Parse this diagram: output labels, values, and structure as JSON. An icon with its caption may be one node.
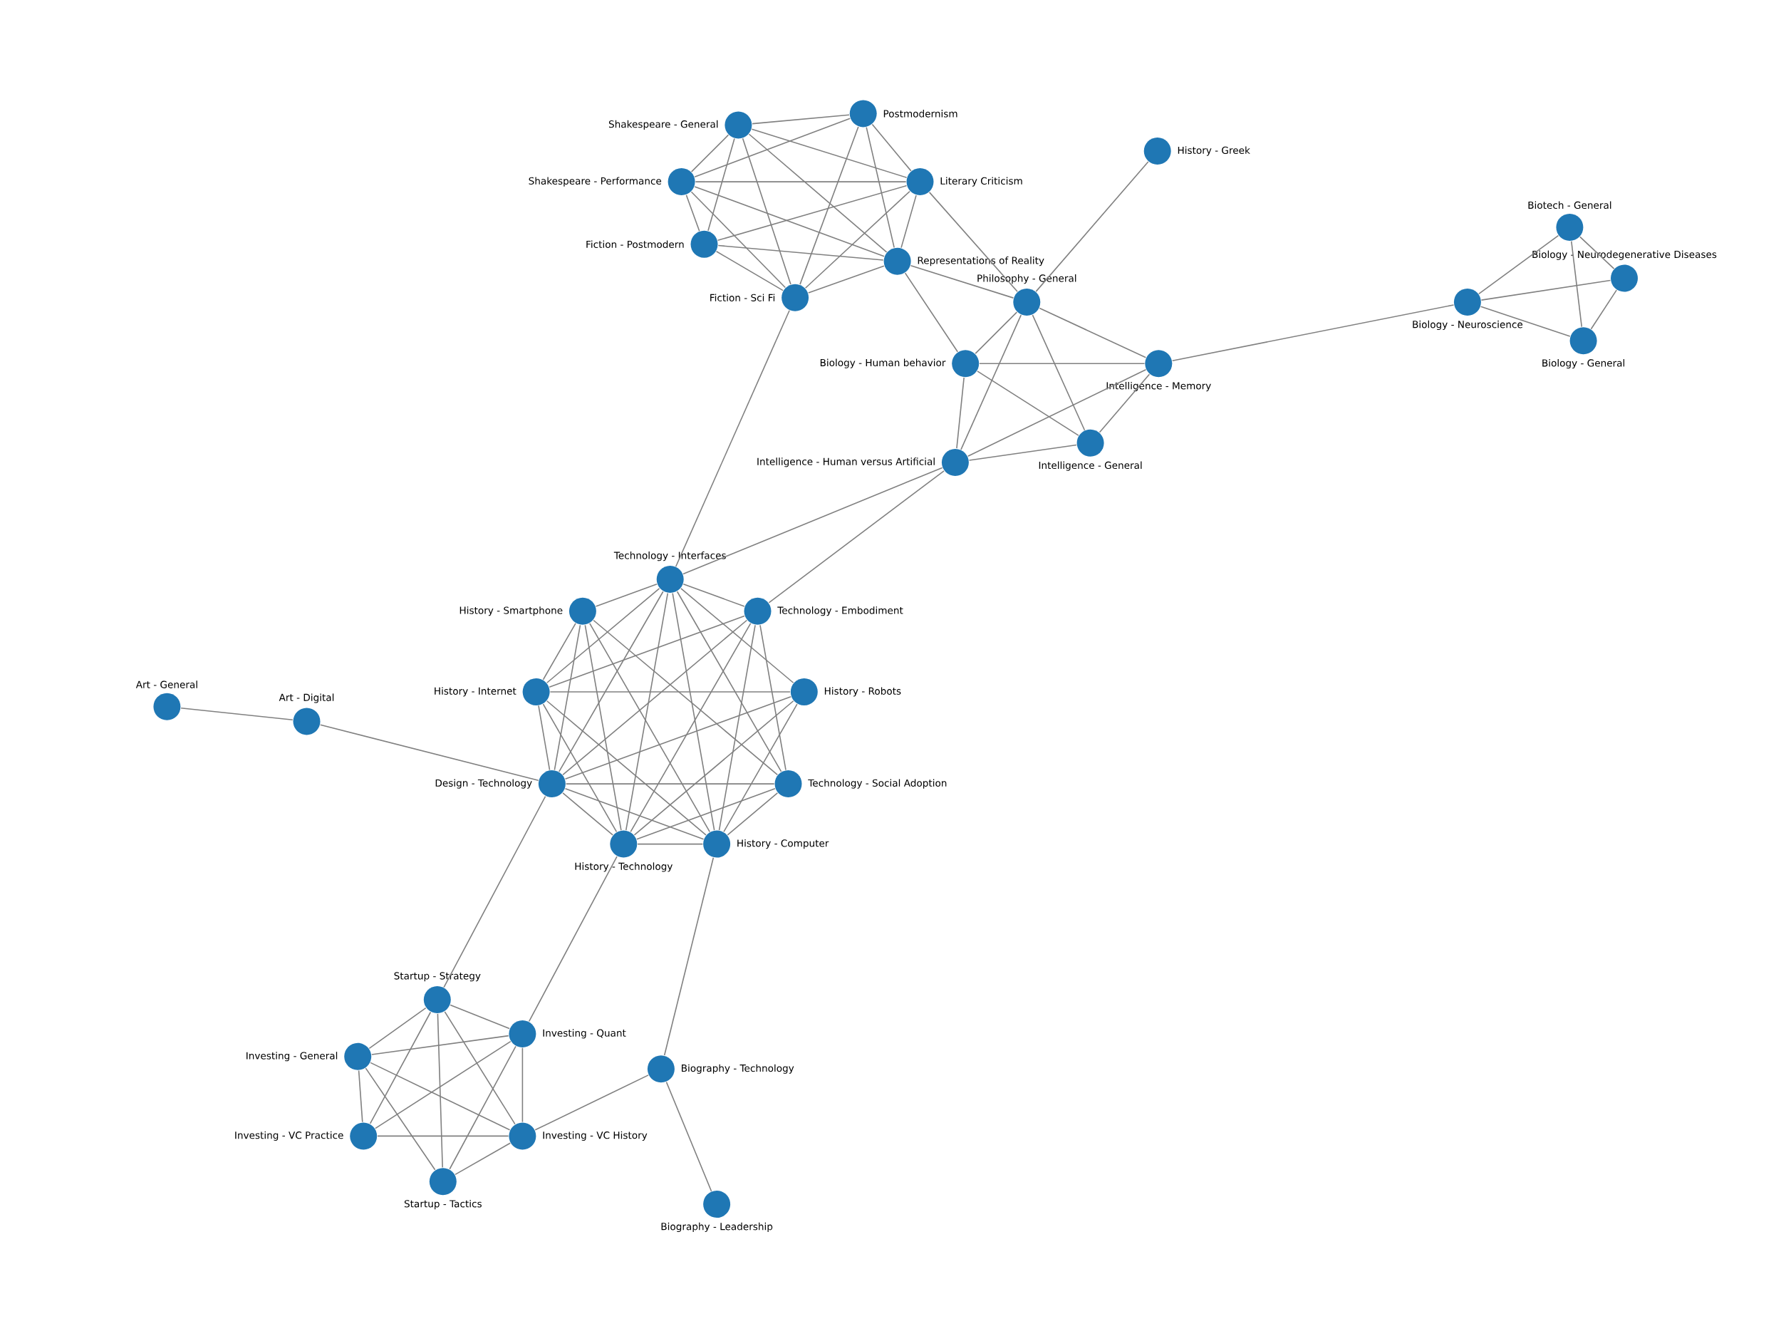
{
  "diagram": {
    "nodes": [
      {
        "text": [
          "Shakespeare - General"
        ]
      },
      {
        "text": [
          "Literary Criticism"
        ]
      },
      {
        "text": [
          "Shakespeare - Performance"
        ]
      },
      {
        "text": [
          "Fiction - Postmodern"
        ]
      },
      {
        "text": [
          "Postmodernism"
        ]
      },
      {
        "text": [
          "Representations of Reality"
        ]
      },
      {
        "text": [
          "Fiction - Sci Fi"
        ]
      },
      {
        "text": [
          "History - Greek"
        ]
      },
      {
        "text": [
          "Philosophy - General"
        ]
      },
      {
        "text": [
          "Biology - Human behavior"
        ]
      },
      {
        "text": [
          "Intelligence - Memory"
        ]
      },
      {
        "text": [
          "Intelligence - General"
        ]
      },
      {
        "text": [
          "Intelligence - Human versus Artificial"
        ]
      },
      {
        "text": [
          "Biotech - General"
        ]
      },
      {
        "text": [
          "Biology - Neurodegenerative Diseases"
        ]
      },
      {
        "text": [
          "Biology - Neuroscience"
        ]
      },
      {
        "text": [
          "Biology - General"
        ]
      },
      {
        "text": [
          "Technology - Interfaces"
        ]
      },
      {
        "text": [
          "Technology - Embodiment"
        ]
      },
      {
        "text": [
          "History - Smartphone"
        ]
      },
      {
        "text": [
          "History - Robots"
        ]
      },
      {
        "text": [
          "History - Internet"
        ]
      },
      {
        "text": [
          "Technology - Social Adoption"
        ]
      },
      {
        "text": [
          "Design - Technology"
        ]
      },
      {
        "text": [
          "History - Technology"
        ]
      },
      {
        "text": [
          "History - Computer"
        ]
      },
      {
        "text": [
          "Art - General"
        ]
      },
      {
        "text": [
          "Art - Digital"
        ]
      },
      {
        "text": [
          "Startup - Strategy"
        ]
      },
      {
        "text": [
          "Investing - Quant"
        ]
      },
      {
        "text": [
          "Investing - General"
        ]
      },
      {
        "text": [
          "Investing - VC History"
        ]
      },
      {
        "text": [
          "Investing - VC Practice"
        ]
      },
      {
        "text": [
          "Startup - Tactics"
        ]
      },
      {
        "text": [
          "Biography - Technology"
        ]
      },
      {
        "text": [
          "Biography - Leadership"
        ]
      }
    ],
    "edges": [
      {
        "from": 0,
        "to": 1,
        "arrow": "none"
      },
      {
        "from": 0,
        "to": 2,
        "arrow": "none"
      },
      {
        "from": 0,
        "to": 3,
        "arrow": "none"
      },
      {
        "from": 0,
        "to": 4,
        "arrow": "none"
      },
      {
        "from": 0,
        "to": 5,
        "arrow": "none"
      },
      {
        "from": 0,
        "to": 6,
        "arrow": "none"
      },
      {
        "from": 1,
        "to": 2,
        "arrow": "none"
      },
      {
        "from": 1,
        "to": 3,
        "arrow": "none"
      },
      {
        "from": 1,
        "to": 4,
        "arrow": "none"
      },
      {
        "from": 1,
        "to": 5,
        "arrow": "none"
      },
      {
        "from": 1,
        "to": 6,
        "arrow": "none"
      },
      {
        "from": 1,
        "to": 8,
        "arrow": "none"
      },
      {
        "from": 2,
        "to": 3,
        "arrow": "none"
      },
      {
        "from": 2,
        "to": 4,
        "arrow": "none"
      },
      {
        "from": 2,
        "to": 5,
        "arrow": "none"
      },
      {
        "from": 2,
        "to": 6,
        "arrow": "none"
      },
      {
        "from": 3,
        "to": 5,
        "arrow": "none"
      },
      {
        "from": 3,
        "to": 6,
        "arrow": "none"
      },
      {
        "from": 4,
        "to": 5,
        "arrow": "none"
      },
      {
        "from": 4,
        "to": 6,
        "arrow": "none"
      },
      {
        "from": 5,
        "to": 6,
        "arrow": "none"
      },
      {
        "from": 5,
        "to": 8,
        "arrow": "none"
      },
      {
        "from": 5,
        "to": 9,
        "arrow": "none"
      },
      {
        "from": 6,
        "to": 17,
        "arrow": "none"
      },
      {
        "from": 7,
        "to": 8,
        "arrow": "none"
      },
      {
        "from": 8,
        "to": 9,
        "arrow": "none"
      },
      {
        "from": 8,
        "to": 10,
        "arrow": "none"
      },
      {
        "from": 8,
        "to": 11,
        "arrow": "none"
      },
      {
        "from": 8,
        "to": 12,
        "arrow": "none"
      },
      {
        "from": 9,
        "to": 10,
        "arrow": "none"
      },
      {
        "from": 9,
        "to": 11,
        "arrow": "none"
      },
      {
        "from": 9,
        "to": 12,
        "arrow": "none"
      },
      {
        "from": 10,
        "to": 11,
        "arrow": "none"
      },
      {
        "from": 10,
        "to": 12,
        "arrow": "none"
      },
      {
        "from": 11,
        "to": 12,
        "arrow": "none"
      },
      {
        "from": 10,
        "to": 15,
        "arrow": "none"
      },
      {
        "from": 13,
        "to": 14,
        "arrow": "none"
      },
      {
        "from": 13,
        "to": 15,
        "arrow": "none"
      },
      {
        "from": 13,
        "to": 16,
        "arrow": "none"
      },
      {
        "from": 14,
        "to": 15,
        "arrow": "none"
      },
      {
        "from": 14,
        "to": 16,
        "arrow": "none"
      },
      {
        "from": 15,
        "to": 16,
        "arrow": "none"
      },
      {
        "from": 12,
        "to": 17,
        "arrow": "none"
      },
      {
        "from": 12,
        "to": 18,
        "arrow": "none"
      },
      {
        "from": 17,
        "to": 18,
        "arrow": "none"
      },
      {
        "from": 17,
        "to": 19,
        "arrow": "none"
      },
      {
        "from": 17,
        "to": 20,
        "arrow": "none"
      },
      {
        "from": 17,
        "to": 21,
        "arrow": "none"
      },
      {
        "from": 17,
        "to": 22,
        "arrow": "none"
      },
      {
        "from": 17,
        "to": 23,
        "arrow": "none"
      },
      {
        "from": 17,
        "to": 24,
        "arrow": "none"
      },
      {
        "from": 17,
        "to": 25,
        "arrow": "none"
      },
      {
        "from": 18,
        "to": 21,
        "arrow": "none"
      },
      {
        "from": 18,
        "to": 22,
        "arrow": "none"
      },
      {
        "from": 18,
        "to": 23,
        "arrow": "none"
      },
      {
        "from": 18,
        "to": 24,
        "arrow": "none"
      },
      {
        "from": 18,
        "to": 25,
        "arrow": "none"
      },
      {
        "from": 19,
        "to": 21,
        "arrow": "none"
      },
      {
        "from": 19,
        "to": 22,
        "arrow": "none"
      },
      {
        "from": 19,
        "to": 23,
        "arrow": "none"
      },
      {
        "from": 19,
        "to": 24,
        "arrow": "none"
      },
      {
        "from": 19,
        "to": 25,
        "arrow": "none"
      },
      {
        "from": 20,
        "to": 21,
        "arrow": "none"
      },
      {
        "from": 20,
        "to": 23,
        "arrow": "none"
      },
      {
        "from": 20,
        "to": 24,
        "arrow": "none"
      },
      {
        "from": 20,
        "to": 25,
        "arrow": "none"
      },
      {
        "from": 21,
        "to": 23,
        "arrow": "none"
      },
      {
        "from": 21,
        "to": 24,
        "arrow": "none"
      },
      {
        "from": 21,
        "to": 25,
        "arrow": "none"
      },
      {
        "from": 22,
        "to": 23,
        "arrow": "none"
      },
      {
        "from": 22,
        "to": 24,
        "arrow": "none"
      },
      {
        "from": 22,
        "to": 25,
        "arrow": "none"
      },
      {
        "from": 23,
        "to": 24,
        "arrow": "none"
      },
      {
        "from": 23,
        "to": 25,
        "arrow": "none"
      },
      {
        "from": 24,
        "to": 25,
        "arrow": "none"
      },
      {
        "from": 23,
        "to": 27,
        "arrow": "none"
      },
      {
        "from": 26,
        "to": 27,
        "arrow": "none"
      },
      {
        "from": 23,
        "to": 28,
        "arrow": "none"
      },
      {
        "from": 24,
        "to": 29,
        "arrow": "none"
      },
      {
        "from": 25,
        "to": 34,
        "arrow": "none"
      },
      {
        "from": 28,
        "to": 29,
        "arrow": "none"
      },
      {
        "from": 28,
        "to": 30,
        "arrow": "none"
      },
      {
        "from": 28,
        "to": 31,
        "arrow": "none"
      },
      {
        "from": 28,
        "to": 32,
        "arrow": "none"
      },
      {
        "from": 28,
        "to": 33,
        "arrow": "none"
      },
      {
        "from": 29,
        "to": 30,
        "arrow": "none"
      },
      {
        "from": 29,
        "to": 31,
        "arrow": "none"
      },
      {
        "from": 29,
        "to": 32,
        "arrow": "none"
      },
      {
        "from": 29,
        "to": 33,
        "arrow": "none"
      },
      {
        "from": 30,
        "to": 31,
        "arrow": "none"
      },
      {
        "from": 30,
        "to": 32,
        "arrow": "none"
      },
      {
        "from": 30,
        "to": 33,
        "arrow": "none"
      },
      {
        "from": 31,
        "to": 32,
        "arrow": "none"
      },
      {
        "from": 31,
        "to": 33,
        "arrow": "none"
      },
      {
        "from": 31,
        "to": 34,
        "arrow": "none"
      },
      {
        "from": 34,
        "to": 35,
        "arrow": "none"
      }
    ]
  }
}
